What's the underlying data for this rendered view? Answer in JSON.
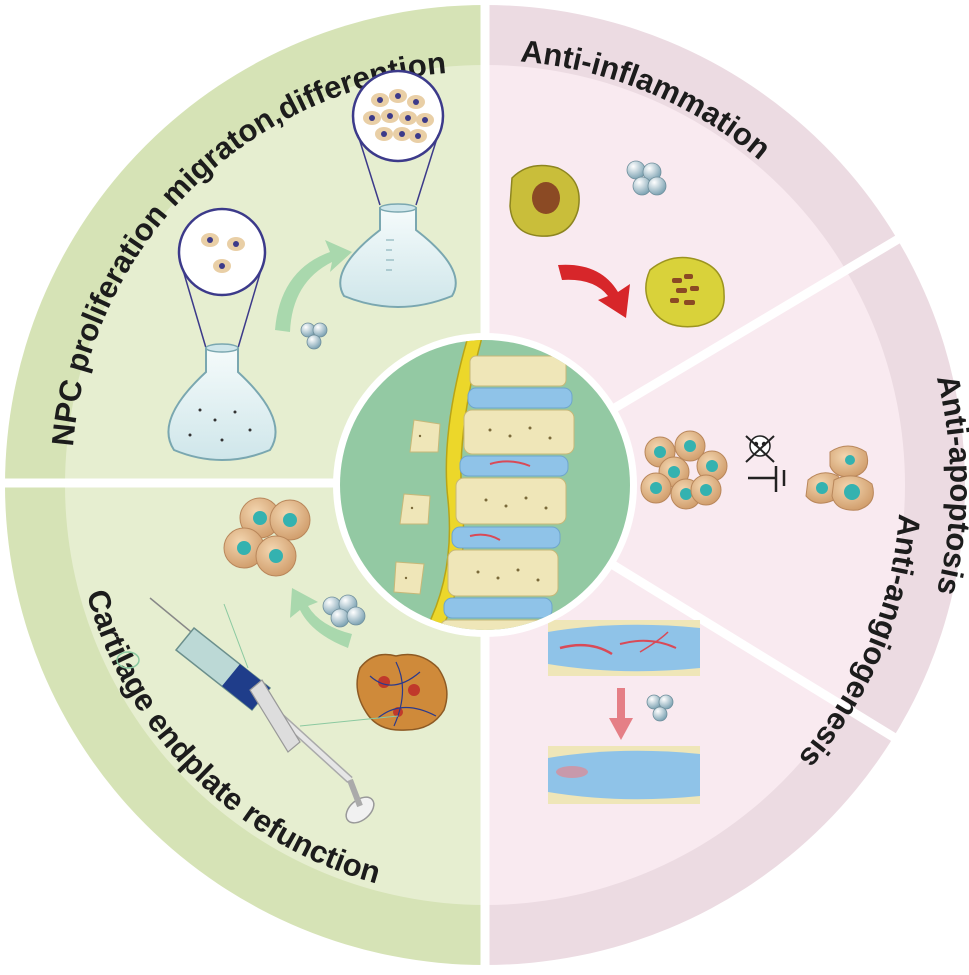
{
  "sections": {
    "npc": {
      "label": "NPC proliferation migraton,differention"
    },
    "inflammation": {
      "label": "Anti-inflammation"
    },
    "apoptosis": {
      "label": "Anti-apoptosis"
    },
    "angiogenesis": {
      "label": "Anti-angiogenesis"
    },
    "cartilage": {
      "label": "Cartilage endplate refunction"
    }
  },
  "colors": {
    "green_band": "#d6e3b6",
    "green_inner": "#e6eed0",
    "pink_band": "#ecdbe2",
    "pink_inner": "#f9eaf0",
    "center_disc": "#93c9a3",
    "cell": "#e2bb8b",
    "nucleus": "#34b2b0",
    "spine_yellow": "#ecd72a",
    "disc_blue": "#8fc3e8",
    "arrow_red": "#d7262a",
    "arrow_green": "#9ed2a2"
  }
}
